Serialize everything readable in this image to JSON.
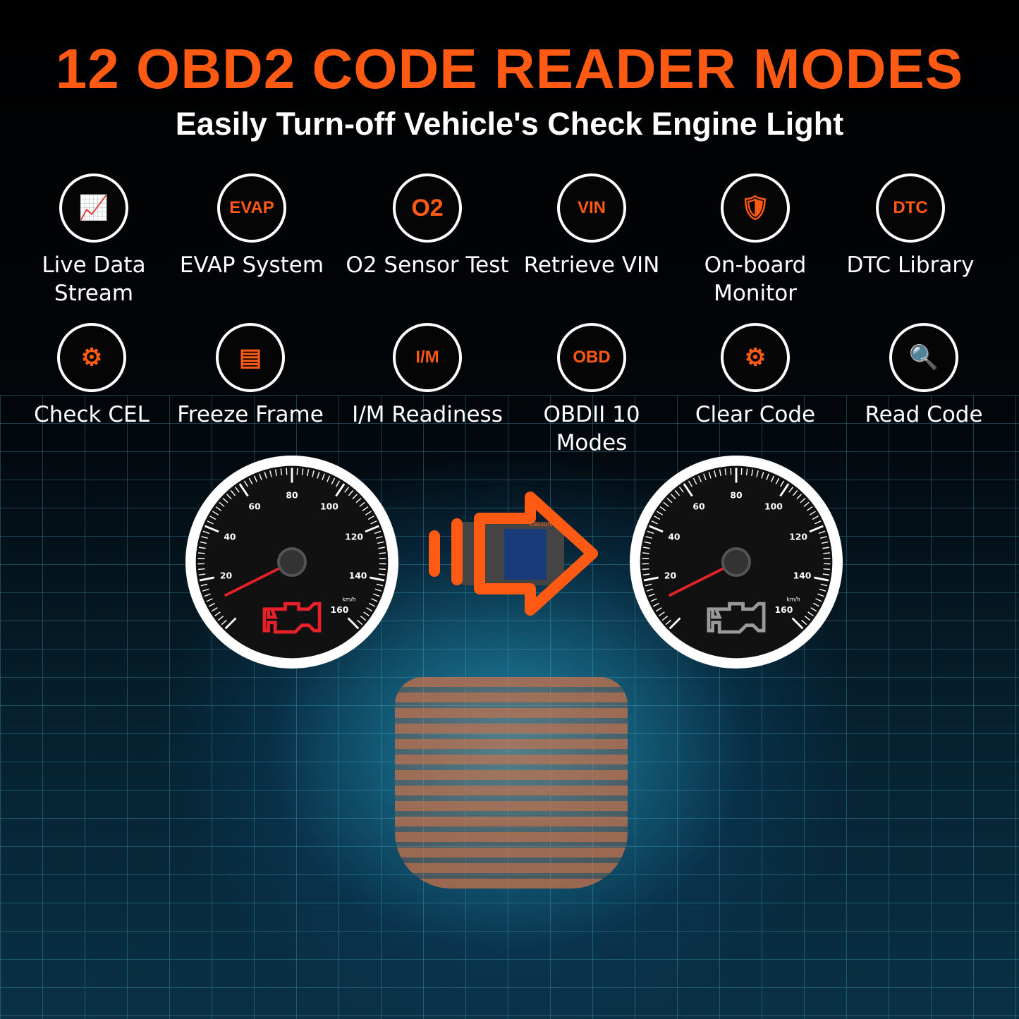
{
  "title": "12 OBD2 CODE READER MODES",
  "subtitle": "Easily Turn-off Vehicle's Check Engine Light",
  "colors": {
    "accent": "#ff5a14",
    "warning_light": "#e8202a",
    "off_light": "#9a9a9a"
  },
  "modes": [
    {
      "label": "Live Data Stream",
      "icon": "chart-icon"
    },
    {
      "label": "EVAP System",
      "icon": "car-evap-icon",
      "glyph": "EVAP"
    },
    {
      "label": "O2 Sensor Test",
      "icon": "car-o2-icon",
      "glyph": "O2"
    },
    {
      "label": "Retrieve VIN",
      "icon": "car-vin-icon",
      "glyph": "VIN"
    },
    {
      "label": "On-board Monitor",
      "icon": "car-shield-icon"
    },
    {
      "label": "DTC Library",
      "icon": "car-dtc-search-icon",
      "glyph": "DTC"
    },
    {
      "label": "Check CEL",
      "icon": "engine-icon"
    },
    {
      "label": "Freeze Frame",
      "icon": "freeze-frame-icon"
    },
    {
      "label": "I/M Readiness",
      "icon": "im-icon",
      "glyph": "I/M"
    },
    {
      "label": "OBDII 10 Modes",
      "icon": "obd-icon",
      "glyph": "OBD"
    },
    {
      "label": "Clear Code",
      "icon": "car-gear-icon"
    },
    {
      "label": "Read Code",
      "icon": "car-search-icon"
    }
  ],
  "gauge": {
    "ticks": [
      "20",
      "40",
      "60",
      "80",
      "100",
      "120",
      "140",
      "160"
    ],
    "unit": "km/h"
  },
  "device": {
    "brand": "Cassuit"
  }
}
